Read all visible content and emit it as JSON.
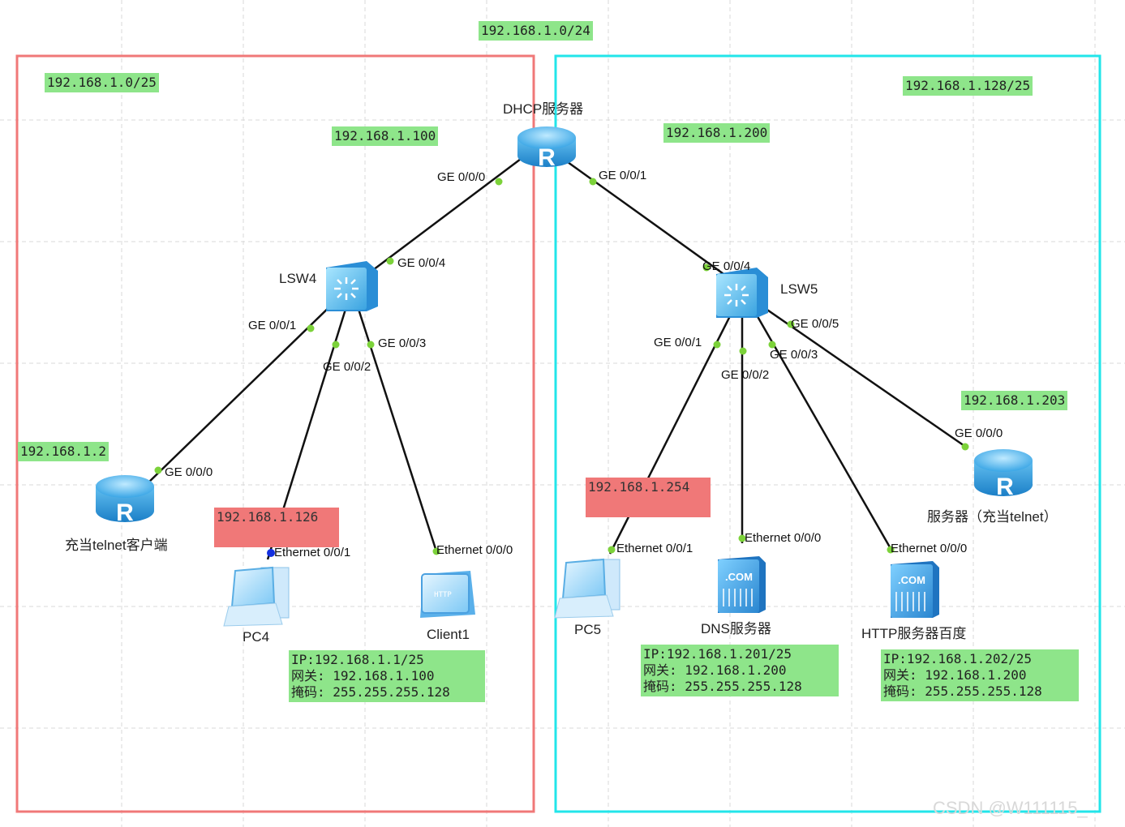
{
  "subnets": {
    "whole": "192.168.1.0/24",
    "left": "192.168.1.0/25",
    "right": "192.168.1.128/25"
  },
  "ip_labels": {
    "dhcp_left": "192.168.1.100",
    "dhcp_right": "192.168.1.200",
    "telnet_client": "192.168.1.2",
    "telnet_server": "192.168.1.203",
    "pc4": "192.168.1.126",
    "pc5": "192.168.1.254"
  },
  "devices": {
    "dhcp_server": "DHCP服务器",
    "lsw4": "LSW4",
    "lsw5": "LSW5",
    "telnet_client": "充当telnet客户端",
    "telnet_server": "服务器（充当telnet）",
    "pc4": "PC4",
    "pc5": "PC5",
    "client1": "Client1",
    "dns_server": "DNS服务器",
    "http_server": "HTTP服务器百度"
  },
  "ports": {
    "dhcp_ge000": "GE 0/0/0",
    "dhcp_ge001": "GE 0/0/1",
    "lsw4_ge004": "GE 0/0/4",
    "lsw4_ge001": "GE 0/0/1",
    "lsw4_ge002": "GE 0/0/2",
    "lsw4_ge003": "GE 0/0/3",
    "client_ge000": "GE 0/0/0",
    "pc4_eth": "Ethernet 0/0/1",
    "client1_eth": "Ethernet 0/0/0",
    "lsw5_ge004": "GE 0/0/4",
    "lsw5_ge005": "GE 0/0/5",
    "lsw5_ge001": "GE 0/0/1",
    "lsw5_ge002": "GE 0/0/2",
    "lsw5_ge003": "GE 0/0/3",
    "server_ge000": "GE 0/0/0",
    "pc5_eth": "Ethernet 0/0/1",
    "dns_eth": "Ethernet 0/0/0",
    "http_eth": "Ethernet 0/0/0"
  },
  "config_boxes": {
    "client1": {
      "ip": "IP:192.168.1.1/25",
      "gateway": "网关: 192.168.1.100",
      "mask": "掩码: 255.255.255.128"
    },
    "dns": {
      "ip": "IP:192.168.1.201/25",
      "gateway": "网关: 192.168.1.200",
      "mask": "掩码: 255.255.255.128"
    },
    "http": {
      "ip": "IP:192.168.1.202/25",
      "gateway": "网关: 192.168.1.200",
      "mask": "掩码: 255.255.255.128"
    }
  },
  "icon_text": {
    "router": "R",
    "server_badge": ".COM",
    "client_screen": "HTTP"
  },
  "colors": {
    "label_green": "#8ee58a",
    "label_red": "#f07878",
    "left_border": "#f07878",
    "right_border": "#22e5ea",
    "link": "#111111",
    "port_dot": "#7cd23a"
  },
  "watermark": "CSDN @W111115_"
}
